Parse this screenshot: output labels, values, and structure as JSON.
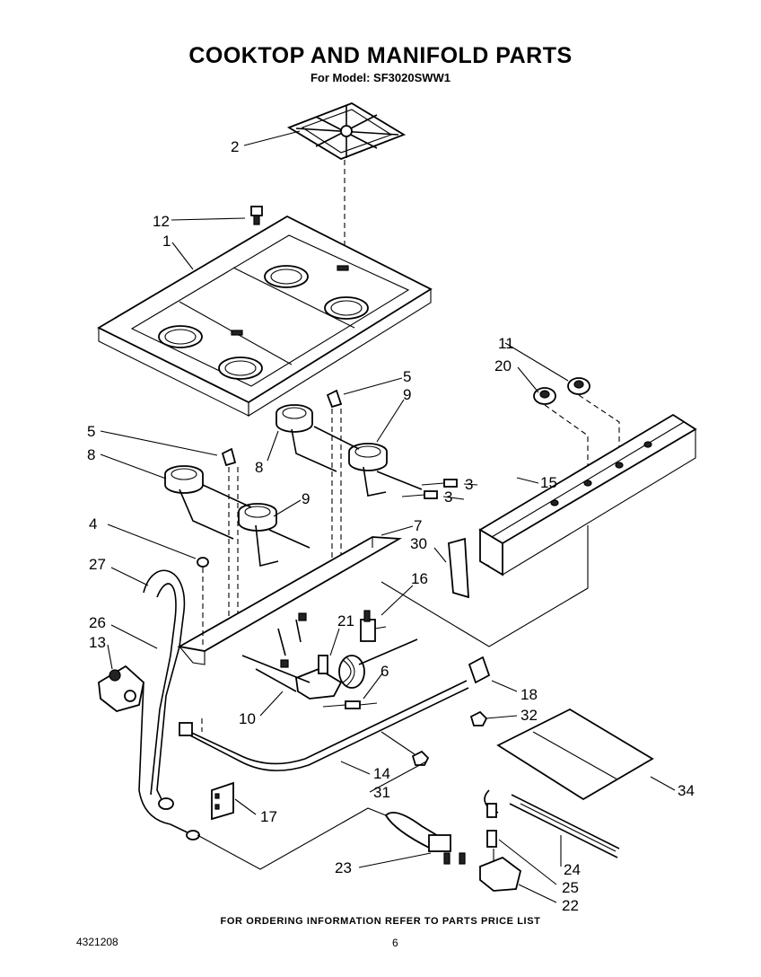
{
  "title": "COOKTOP AND MANIFOLD PARTS",
  "subtitle": "For Model: SF3020SWW1",
  "footer": "FOR ORDERING INFORMATION REFER TO PARTS PRICE LIST",
  "doc_number": "4321208",
  "page_number": "6",
  "callouts": {
    "c2": "2",
    "c12": "12",
    "c1": "1",
    "c11": "11",
    "c20": "20",
    "c5a": "5",
    "c9a": "9",
    "c5b": "5",
    "c8a": "8",
    "c8b": "8",
    "c9b": "9",
    "c3a": "3",
    "c3b": "3",
    "c15": "15",
    "c4": "4",
    "c7": "7",
    "c30": "30",
    "c27": "27",
    "c16": "16",
    "c26": "26",
    "c21": "21",
    "c13": "13",
    "c6": "6",
    "c18": "18",
    "c10": "10",
    "c32": "32",
    "c14": "14",
    "c31": "31",
    "c34": "34",
    "c17": "17",
    "c23": "23",
    "c24": "24",
    "c25": "25",
    "c22": "22"
  }
}
